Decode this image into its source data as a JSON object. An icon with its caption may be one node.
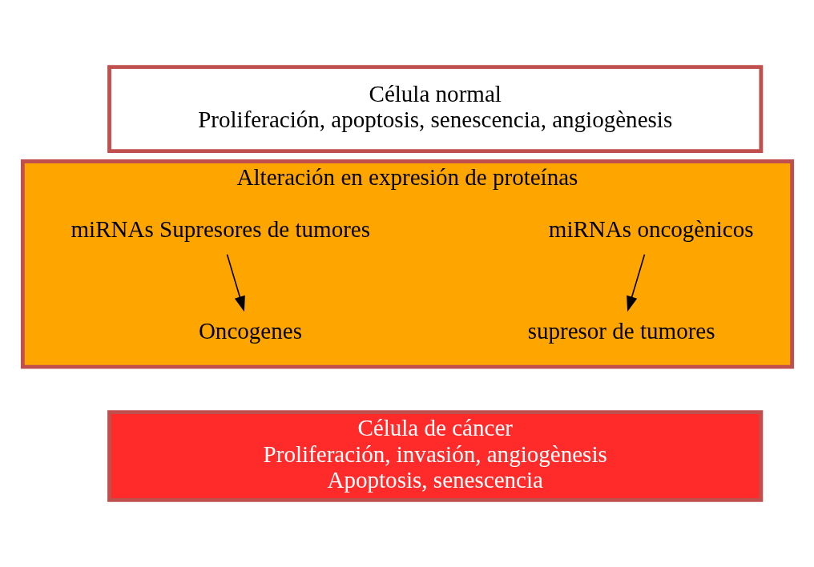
{
  "diagram": {
    "nodes": [
      {
        "text": [
          "Célula normal",
          "Proliferación, apoptosis, senescencia, angiogènesis"
        ]
      },
      {
        "text": [
          "Alteración en expresión de proteínas"
        ]
      },
      {
        "text": [
          "miRNAs oncogènicos"
        ],
        "in": 1
      },
      {
        "text": [
          "miRNAs Supresores de tumores"
        ],
        "in": 1
      },
      {
        "text": [
          "supresor de tumores"
        ],
        "in": 1
      },
      {
        "text": [
          "Oncogenes"
        ],
        "in": 1
      },
      {
        "text": [
          "Célula de cáncer",
          "Proliferación, invasión, angiogènesis",
          "Apoptosis, senescencia"
        ]
      }
    ],
    "edges": [
      {
        "from": 2,
        "to": 4,
        "arrow": "to"
      },
      {
        "from": 3,
        "to": 5,
        "arrow": "to"
      }
    ]
  }
}
